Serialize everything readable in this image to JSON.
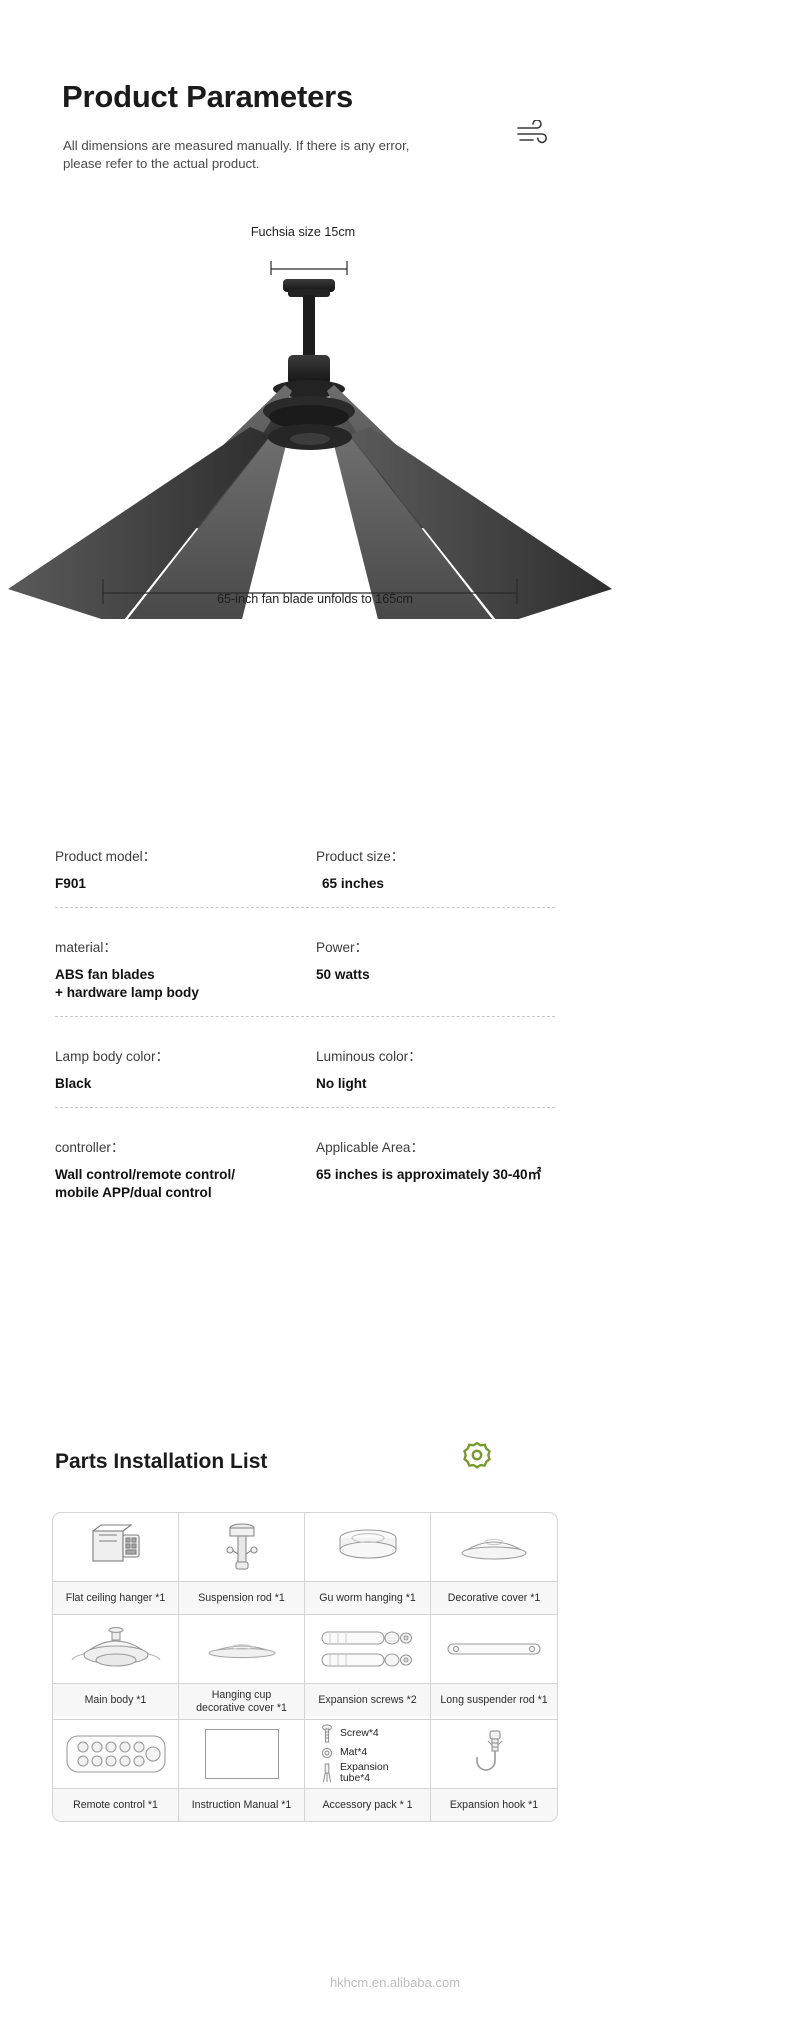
{
  "header": {
    "title": "Product Parameters",
    "subtitle_line1": "All dimensions are measured manually. If there is any error,",
    "subtitle_line2": "please refer to the actual product.",
    "icon": "wind-icon"
  },
  "diagram": {
    "top_dimension_label": "Fuchsia size 15cm",
    "bottom_dimension_label": "65-inch fan blade unfolds to 165cm",
    "product": "black 8-blade ceiling fan with downrod"
  },
  "specs": [
    {
      "left_label": "Product model：",
      "left_value": "F901",
      "right_label": "Product size：",
      "right_value": "65 inches"
    },
    {
      "left_label": "material：",
      "left_value": "ABS fan blades\n+ hardware lamp body",
      "right_label": "Power：",
      "right_value": "50 watts"
    },
    {
      "left_label": "Lamp body color：",
      "left_value": "Black",
      "right_label": "Luminous color：",
      "right_value": "No light"
    },
    {
      "left_label": "controller：",
      "left_value": "Wall control/remote control/\nmobile APP/dual control",
      "right_label": "Applicable Area：",
      "right_value": "65 inches is approximately 30-40㎡"
    }
  ],
  "parts": {
    "title": "Parts Installation List",
    "icon": "gear-icon",
    "rows": [
      [
        {
          "label": "Flat ceiling hanger *1",
          "icon": "flat-ceiling-hanger"
        },
        {
          "label": "Suspension rod *1",
          "icon": "suspension-rod"
        },
        {
          "label": "Gu worm hanging *1",
          "icon": "gu-worm-hanging"
        },
        {
          "label": "Decorative cover *1",
          "icon": "decorative-cover"
        }
      ],
      [
        {
          "label": "Main body *1",
          "icon": "main-body"
        },
        {
          "label": "Hanging cup\ndecorative cover *1",
          "icon": "hanging-cup-decorative-cover"
        },
        {
          "label": "Expansion screws *2",
          "icon": "expansion-screws"
        },
        {
          "label": "Long suspender rod *1",
          "icon": "long-suspender-rod"
        }
      ],
      [
        {
          "label": "Remote control *1",
          "icon": "remote-control"
        },
        {
          "label": "Instruction Manual *1",
          "icon": "instruction-manual"
        },
        {
          "label": "Accessory pack * 1",
          "icon": "accessory-pack"
        },
        {
          "label": "Expansion hook *1",
          "icon": "expansion-hook"
        }
      ]
    ],
    "accessory_items": [
      {
        "icon": "screw-icon",
        "text": "Screw*4"
      },
      {
        "icon": "mat-icon",
        "text": "Mat*4"
      },
      {
        "icon": "expansion-tube-icon",
        "text": "Expansion\ntube*4"
      }
    ]
  },
  "footer": {
    "watermark": "hkhcm.en.alibaba.com"
  },
  "colors": {
    "background": "#ffffff",
    "title": "#1b1b1b",
    "body_text": "#3c3c3c",
    "value_text": "#111111",
    "divider": "#c9c9c9",
    "grid_border": "#d4d4d4",
    "cell_label_bg": "#f7f7f7",
    "gear_accent": "#7a9a2e",
    "fan_body": "#1f1f1f",
    "blade_dark": "#5c5c5c",
    "watermark": "#bdbdbd"
  }
}
